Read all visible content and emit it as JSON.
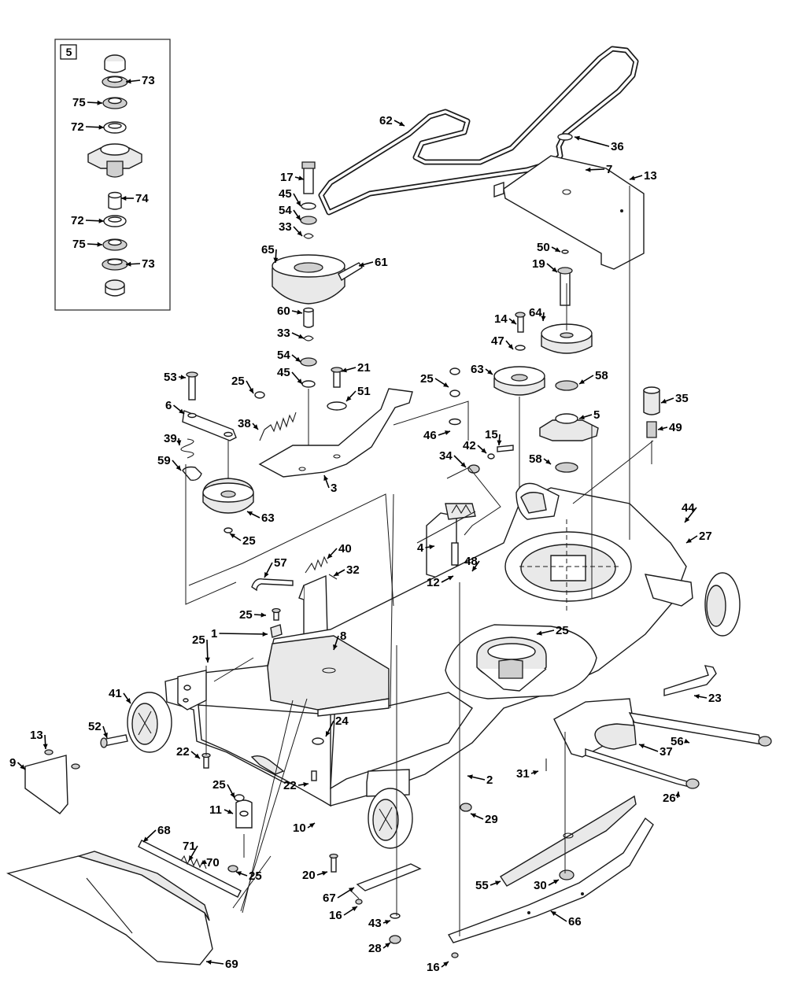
{
  "diagram": {
    "inset_number": "5",
    "inset_callouts": [
      "73",
      "75",
      "72",
      "74",
      "72",
      "75",
      "73"
    ],
    "callouts": [
      "62",
      "36",
      "7",
      "13",
      "17",
      "45",
      "54",
      "33",
      "65",
      "61",
      "60",
      "33",
      "54",
      "45",
      "21",
      "51",
      "53",
      "25",
      "6",
      "38",
      "39",
      "59",
      "63",
      "25",
      "3",
      "50",
      "19",
      "14",
      "64",
      "47",
      "63",
      "58",
      "5",
      "25",
      "46",
      "15",
      "42",
      "34",
      "58",
      "35",
      "49",
      "44",
      "27",
      "4",
      "12",
      "48",
      "40",
      "57",
      "32",
      "25",
      "1",
      "8",
      "25",
      "25",
      "41",
      "52",
      "13",
      "9",
      "22",
      "24",
      "22",
      "25",
      "11",
      "10",
      "2",
      "31",
      "37",
      "23",
      "56",
      "26",
      "29",
      "20",
      "68",
      "71",
      "70",
      "25",
      "67",
      "16",
      "43",
      "28",
      "16",
      "69",
      "55",
      "30",
      "66"
    ]
  }
}
